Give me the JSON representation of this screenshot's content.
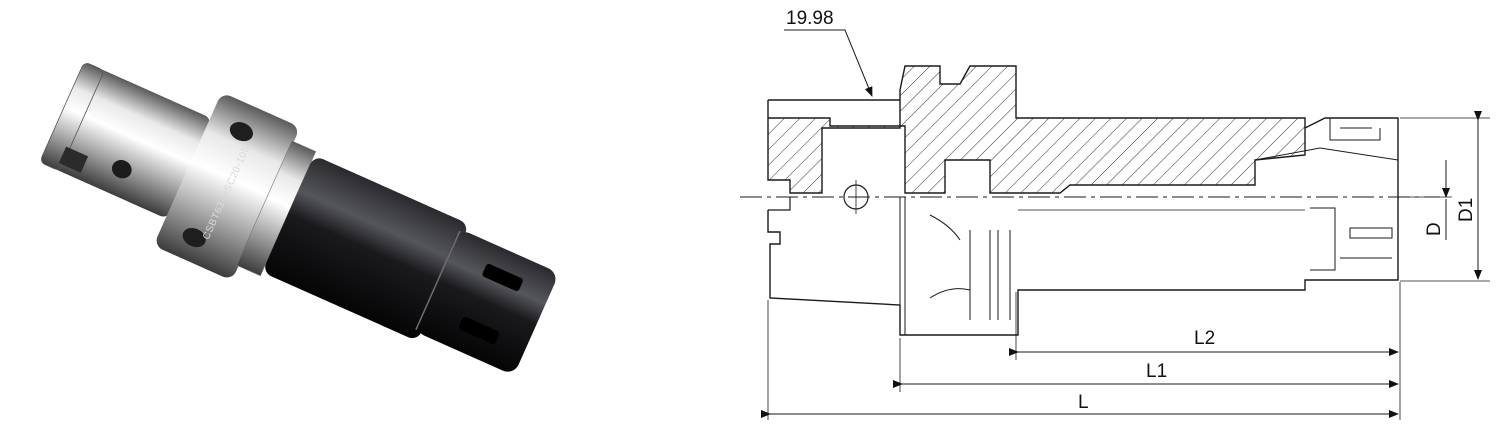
{
  "product_photo": {
    "engraving": "CSBT63-HSC20-105"
  },
  "drawing": {
    "callout": "19.98",
    "dimensions": {
      "L2": "L2",
      "L1": "L1",
      "L": "L",
      "D": "D",
      "D1": "D1"
    }
  },
  "colors": {
    "line": "#1a1a1a",
    "hatch": "#333333",
    "body_dark": "#101012",
    "metal_light": "#d8d8d8"
  }
}
